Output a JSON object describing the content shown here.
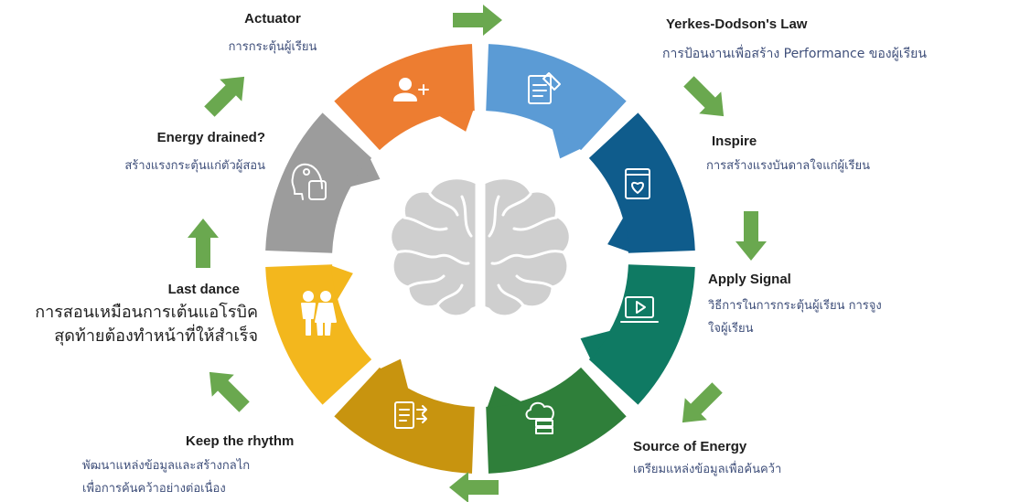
{
  "colors": {
    "actuator": "#5b9bd5",
    "yerkes": "#0f5c8c",
    "inspire": "#0f7a63",
    "apply": "#2f7f3a",
    "source": "#c8940f",
    "rhythm": "#f3b71d",
    "lastdance": "#9c9c9c",
    "energy": "#ed7d31",
    "arrow": "#6aa84f",
    "brain": "#cfcfcf"
  },
  "segments": [
    {
      "id": "actuator",
      "icon": "user-plus-icon"
    },
    {
      "id": "yerkes",
      "icon": "document-pen-icon"
    },
    {
      "id": "inspire",
      "icon": "book-heart-icon"
    },
    {
      "id": "apply",
      "icon": "video-screen-icon"
    },
    {
      "id": "source",
      "icon": "cloud-server-icon"
    },
    {
      "id": "rhythm",
      "icon": "document-arrows-icon"
    },
    {
      "id": "lastdance",
      "icon": "people-icon"
    },
    {
      "id": "energy",
      "icon": "head-hand-icon"
    }
  ],
  "labels": {
    "actuator": {
      "title": "Actuator",
      "desc": "การกระตุ้นผู้เรียน"
    },
    "yerkes": {
      "title": "Yerkes-Dodson's Law",
      "desc": "การป้อนงานเพื่อสร้าง Performance ของผู้เรียน"
    },
    "inspire": {
      "title": "Inspire",
      "desc": "การสร้างแรงบันดาลใจแก่ผู้เรียน"
    },
    "apply": {
      "title": "Apply Signal",
      "desc_1": "วิธีการในการกระตุ้นผู้เรียน การจูง",
      "desc_2": "ใจผู้เรียน"
    },
    "source": {
      "title": "Source of Energy",
      "desc": "เตรียมแหล่งข้อมูลเพื่อค้นคว้า"
    },
    "rhythm": {
      "title": "Keep the rhythm",
      "desc_1": "พัฒนาแหล่งข้อมูลและสร้างกลไก",
      "desc_2": "เพื่อการค้นคว้าอย่างต่อเนื่อง"
    },
    "lastdance": {
      "title": "Last dance",
      "desc_1": "การสอนเหมือนการเต้นแอโรบิค",
      "desc_2": "สุดท้ายต้องทำหน้าที่ให้สำเร็จ"
    },
    "energy": {
      "title": "Energy drained?",
      "desc": "สร้างแรงกระตุ้นแก่ตัวผู้สอน"
    }
  },
  "center_icon": "brain-icon",
  "flow_arrows": [
    {
      "id": "top",
      "direction": "right"
    },
    {
      "id": "yerkes-inspire",
      "direction": "down-right"
    },
    {
      "id": "inspire-apply",
      "direction": "down"
    },
    {
      "id": "apply-source",
      "direction": "down-left"
    },
    {
      "id": "bottom",
      "direction": "left"
    },
    {
      "id": "rhythm-lastdance",
      "direction": "up-left"
    },
    {
      "id": "lastdance-energy",
      "direction": "up"
    },
    {
      "id": "energy-actuator",
      "direction": "up-right"
    }
  ]
}
